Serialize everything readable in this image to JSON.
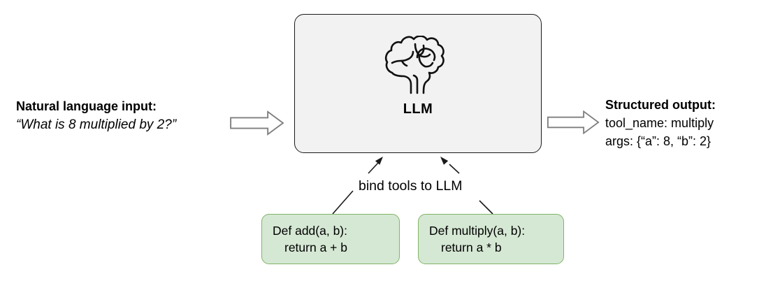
{
  "input": {
    "title": "Natural language input:",
    "quote": "“What is 8 multiplied by 2?”"
  },
  "llm": {
    "label": "LLM",
    "icon": "brain-icon"
  },
  "output": {
    "title": "Structured output:",
    "lines": [
      "tool_name: multiply",
      "args: {“a”: 8, “b”: 2}"
    ]
  },
  "bind_label": "bind tools to LLM",
  "tools": [
    {
      "signature": "Def add(a, b):",
      "body": "return a + b"
    },
    {
      "signature": "Def multiply(a, b):",
      "body": "return a * b"
    }
  ],
  "colors": {
    "tool_fill": "#d5e8d4",
    "tool_stroke": "#82b366",
    "llm_fill": "#f2f2f2",
    "llm_stroke": "#1a1a1a",
    "block_arrow_stroke": "#7f7f7f",
    "connector": "#1a1a1a",
    "text": "#000000"
  }
}
